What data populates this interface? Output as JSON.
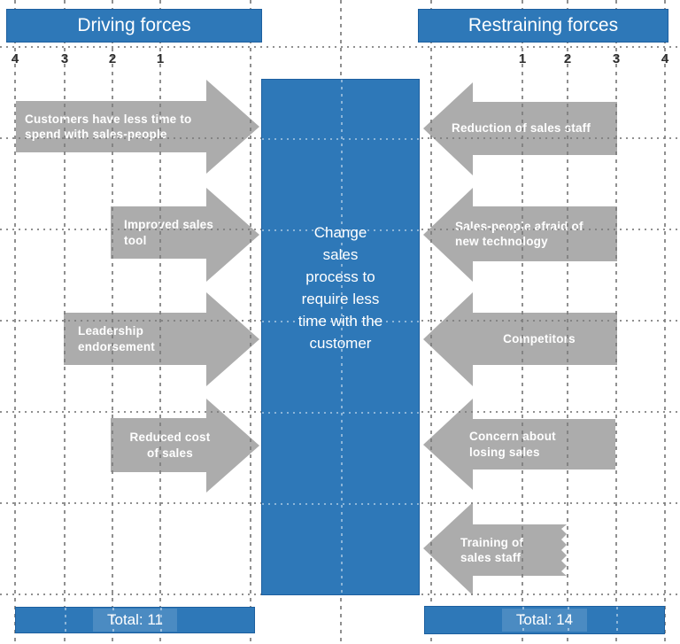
{
  "diagram_type": "force-field-analysis",
  "colors": {
    "accent_blue": "#2e78b8",
    "accent_blue_border": "#1d5f9f",
    "arrow_gray": "#acacac",
    "gridline_gray": "#7d7d7d",
    "text_white": "#ffffff"
  },
  "center": {
    "label": "Change\nsales\nprocess to\nrequire less\ntime with the\ncustomer"
  },
  "driving": {
    "title": "Driving forces",
    "scale": [
      "4",
      "3",
      "2",
      "1"
    ],
    "forces": [
      {
        "label": "Customers have less time to\nspend with sales-people",
        "value": 4
      },
      {
        "label": "Improved sales\ntool",
        "value": 2
      },
      {
        "label": "Leadership\nendorsement",
        "value": 3
      },
      {
        "label": "Reduced cost\nof sales",
        "value": 2
      }
    ],
    "total": 11,
    "total_label": "Total: 11"
  },
  "restraining": {
    "title": "Restraining forces",
    "scale": [
      "1",
      "2",
      "3",
      "4"
    ],
    "forces": [
      {
        "label": "Reduction of sales staff",
        "value": 3
      },
      {
        "label": "Sales-people afraid of\nnew technology",
        "value": 3
      },
      {
        "label": "Competitors",
        "value": 3
      },
      {
        "label": "Concern about\nlosing sales",
        "value": 3
      },
      {
        "label": "Training of\nsales staff",
        "value": 2
      }
    ],
    "total": 14,
    "total_label": "Total: 14"
  }
}
